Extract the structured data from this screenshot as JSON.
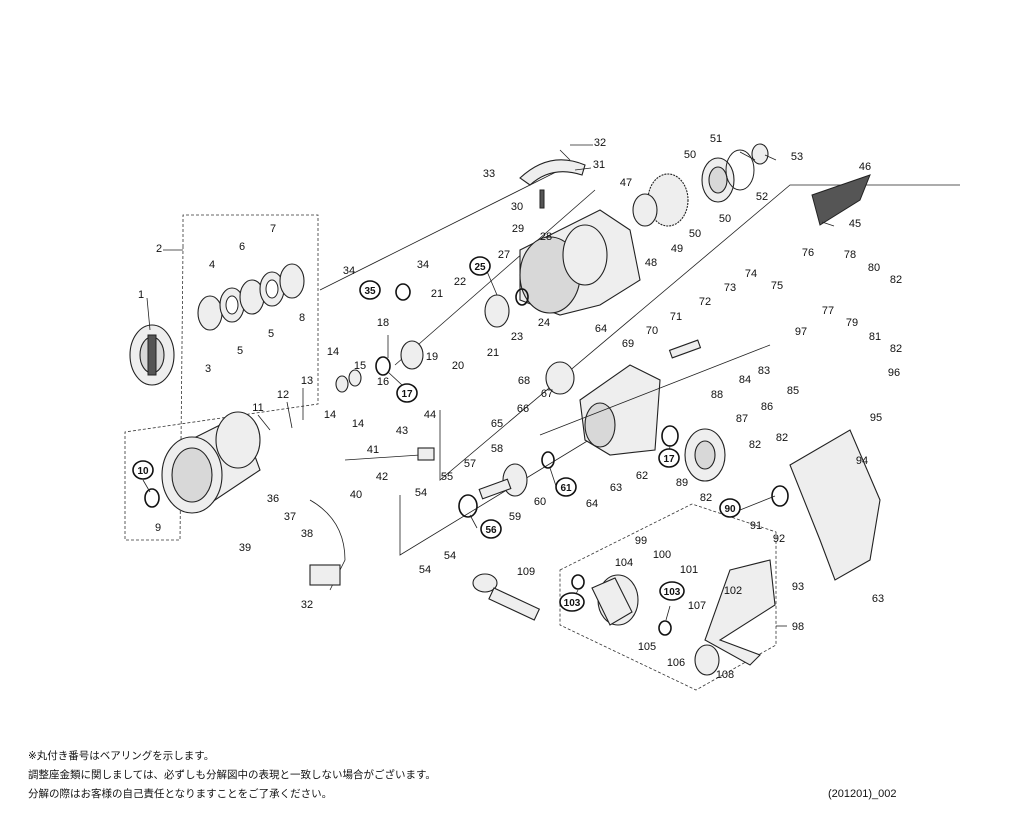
{
  "diagram": {
    "callouts": [
      {
        "label": "1",
        "bearing": false
      },
      {
        "label": "2",
        "bearing": false
      },
      {
        "label": "3",
        "bearing": false
      },
      {
        "label": "4",
        "bearing": false
      },
      {
        "label": "5",
        "bearing": false
      },
      {
        "label": "5",
        "bearing": false
      },
      {
        "label": "6",
        "bearing": false
      },
      {
        "label": "7",
        "bearing": false
      },
      {
        "label": "8",
        "bearing": false
      },
      {
        "label": "9",
        "bearing": false
      },
      {
        "label": "10",
        "bearing": true
      },
      {
        "label": "11",
        "bearing": false
      },
      {
        "label": "12",
        "bearing": false
      },
      {
        "label": "13",
        "bearing": false
      },
      {
        "label": "14",
        "bearing": false
      },
      {
        "label": "14",
        "bearing": false
      },
      {
        "label": "14",
        "bearing": false
      },
      {
        "label": "15",
        "bearing": false
      },
      {
        "label": "16",
        "bearing": false
      },
      {
        "label": "17",
        "bearing": true
      },
      {
        "label": "18",
        "bearing": false
      },
      {
        "label": "19",
        "bearing": false
      },
      {
        "label": "20",
        "bearing": false
      },
      {
        "label": "21",
        "bearing": false
      },
      {
        "label": "21",
        "bearing": false
      },
      {
        "label": "22",
        "bearing": false
      },
      {
        "label": "23",
        "bearing": false
      },
      {
        "label": "24",
        "bearing": false
      },
      {
        "label": "25",
        "bearing": true
      },
      {
        "label": "27",
        "bearing": false
      },
      {
        "label": "28",
        "bearing": false
      },
      {
        "label": "29",
        "bearing": false
      },
      {
        "label": "30",
        "bearing": false
      },
      {
        "label": "31",
        "bearing": false
      },
      {
        "label": "32",
        "bearing": false
      },
      {
        "label": "33",
        "bearing": false
      },
      {
        "label": "34",
        "bearing": false
      },
      {
        "label": "34",
        "bearing": false
      },
      {
        "label": "35",
        "bearing": true
      },
      {
        "label": "36",
        "bearing": false
      },
      {
        "label": "37",
        "bearing": false
      },
      {
        "label": "38",
        "bearing": false
      },
      {
        "label": "39",
        "bearing": false
      },
      {
        "label": "40",
        "bearing": false
      },
      {
        "label": "41",
        "bearing": false
      },
      {
        "label": "42",
        "bearing": false
      },
      {
        "label": "43",
        "bearing": false
      },
      {
        "label": "44",
        "bearing": false
      },
      {
        "label": "32",
        "bearing": false
      },
      {
        "label": "45",
        "bearing": false
      },
      {
        "label": "46",
        "bearing": false
      },
      {
        "label": "47",
        "bearing": false
      },
      {
        "label": "48",
        "bearing": false
      },
      {
        "label": "49",
        "bearing": false
      },
      {
        "label": "50",
        "bearing": false
      },
      {
        "label": "50",
        "bearing": false
      },
      {
        "label": "50",
        "bearing": false
      },
      {
        "label": "51",
        "bearing": false
      },
      {
        "label": "52",
        "bearing": false
      },
      {
        "label": "53",
        "bearing": false
      },
      {
        "label": "54",
        "bearing": false
      },
      {
        "label": "54",
        "bearing": false
      },
      {
        "label": "54",
        "bearing": false
      },
      {
        "label": "55",
        "bearing": false
      },
      {
        "label": "56",
        "bearing": true
      },
      {
        "label": "57",
        "bearing": false
      },
      {
        "label": "58",
        "bearing": false
      },
      {
        "label": "59",
        "bearing": false
      },
      {
        "label": "60",
        "bearing": false
      },
      {
        "label": "61",
        "bearing": true
      },
      {
        "label": "62",
        "bearing": false
      },
      {
        "label": "63",
        "bearing": false
      },
      {
        "label": "63",
        "bearing": false
      },
      {
        "label": "64",
        "bearing": false
      },
      {
        "label": "64",
        "bearing": false
      },
      {
        "label": "65",
        "bearing": false
      },
      {
        "label": "66",
        "bearing": false
      },
      {
        "label": "67",
        "bearing": false
      },
      {
        "label": "68",
        "bearing": false
      },
      {
        "label": "69",
        "bearing": false
      },
      {
        "label": "70",
        "bearing": false
      },
      {
        "label": "71",
        "bearing": false
      },
      {
        "label": "72",
        "bearing": false
      },
      {
        "label": "73",
        "bearing": false
      },
      {
        "label": "74",
        "bearing": false
      },
      {
        "label": "75",
        "bearing": false
      },
      {
        "label": "76",
        "bearing": false
      },
      {
        "label": "77",
        "bearing": false
      },
      {
        "label": "78",
        "bearing": false
      },
      {
        "label": "79",
        "bearing": false
      },
      {
        "label": "80",
        "bearing": false
      },
      {
        "label": "81",
        "bearing": false
      },
      {
        "label": "82",
        "bearing": false
      },
      {
        "label": "82",
        "bearing": false
      },
      {
        "label": "82",
        "bearing": false
      },
      {
        "label": "82",
        "bearing": false
      },
      {
        "label": "82",
        "bearing": false
      },
      {
        "label": "83",
        "bearing": false
      },
      {
        "label": "84",
        "bearing": false
      },
      {
        "label": "85",
        "bearing": false
      },
      {
        "label": "86",
        "bearing": false
      },
      {
        "label": "87",
        "bearing": false
      },
      {
        "label": "88",
        "bearing": false
      },
      {
        "label": "89",
        "bearing": false
      },
      {
        "label": "90",
        "bearing": true
      },
      {
        "label": "91",
        "bearing": false
      },
      {
        "label": "92",
        "bearing": false
      },
      {
        "label": "93",
        "bearing": false
      },
      {
        "label": "94",
        "bearing": false
      },
      {
        "label": "95",
        "bearing": false
      },
      {
        "label": "96",
        "bearing": false
      },
      {
        "label": "97",
        "bearing": false
      },
      {
        "label": "98",
        "bearing": false
      },
      {
        "label": "99",
        "bearing": false
      },
      {
        "label": "100",
        "bearing": false
      },
      {
        "label": "101",
        "bearing": false
      },
      {
        "label": "102",
        "bearing": false
      },
      {
        "label": "103",
        "bearing": true
      },
      {
        "label": "103",
        "bearing": true
      },
      {
        "label": "104",
        "bearing": false
      },
      {
        "label": "105",
        "bearing": false
      },
      {
        "label": "106",
        "bearing": false
      },
      {
        "label": "107",
        "bearing": false
      },
      {
        "label": "108",
        "bearing": false
      },
      {
        "label": "109",
        "bearing": false
      },
      {
        "label": "17",
        "bearing": true
      }
    ]
  },
  "notes": [
    "※丸付き番号はベアリングを示します。",
    "調整座金類に関しましては、必ずしも分解図中の表現と一致しない場合がございます。",
    "分解の際はお客様の自己責任となりますことをご了承ください。"
  ],
  "code": "(201201)_002"
}
